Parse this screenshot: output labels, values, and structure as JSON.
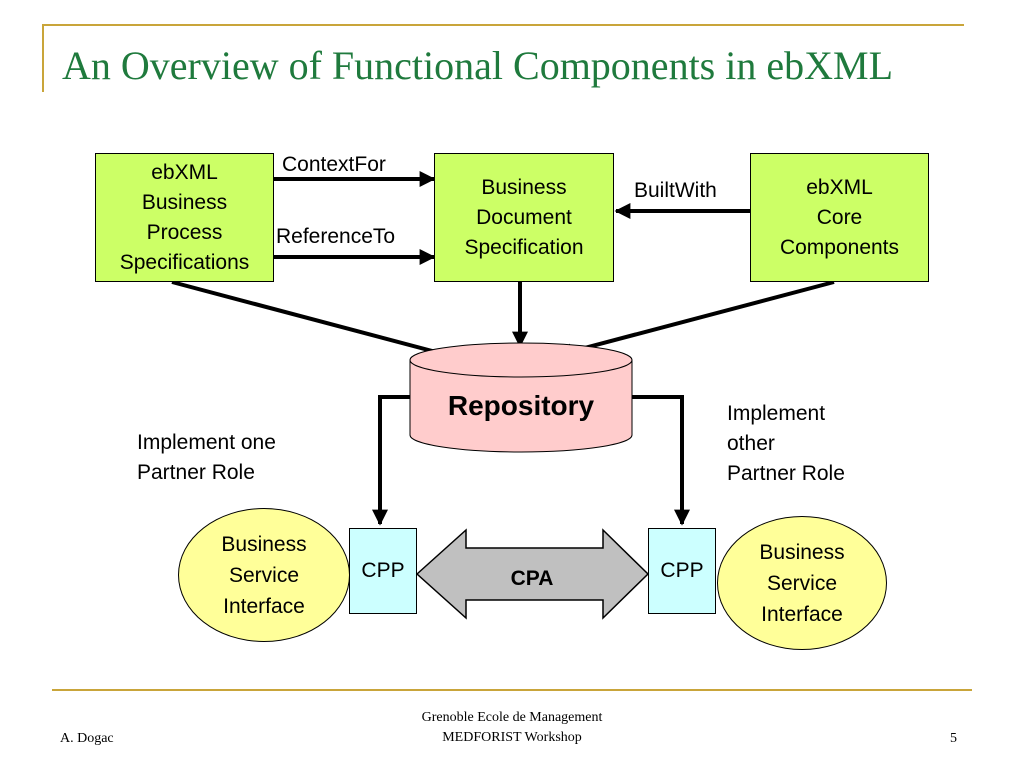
{
  "slide": {
    "title": "An Overview of Functional Components in ebXML"
  },
  "diagram": {
    "boxes": {
      "bps": [
        "ebXML",
        "Business",
        "Process",
        "Specifications"
      ],
      "bds": [
        "Business",
        "Document",
        "Specification"
      ],
      "core": [
        "ebXML",
        "Core",
        "Components"
      ]
    },
    "edges": {
      "context_for": "ContextFor",
      "reference_to": "ReferenceTo",
      "built_with": "BuiltWith"
    },
    "repository": "Repository",
    "left_role": [
      "Implement one",
      "Partner Role"
    ],
    "right_role": [
      "Implement",
      "other",
      "Partner Role"
    ],
    "left_interface": [
      "Business",
      "Service",
      "Interface"
    ],
    "right_interface": [
      "Business",
      "Service",
      "Interface"
    ],
    "cpp_left": "CPP",
    "cpp_right": "CPP",
    "cpa": "CPA",
    "colors": {
      "box_fill": "#ccff66",
      "repository_fill": "#ffcccc",
      "cpp_fill": "#ccffff",
      "interface_fill": "#ffff99",
      "cpa_fill": "#c0c0c0",
      "title_color": "#1f7a3d",
      "accent_line": "#c9a53a"
    }
  },
  "footer": {
    "author": "A. Dogac",
    "venue": [
      "Grenoble Ecole de Management",
      "MEDFORIST Workshop"
    ],
    "page": "5"
  }
}
